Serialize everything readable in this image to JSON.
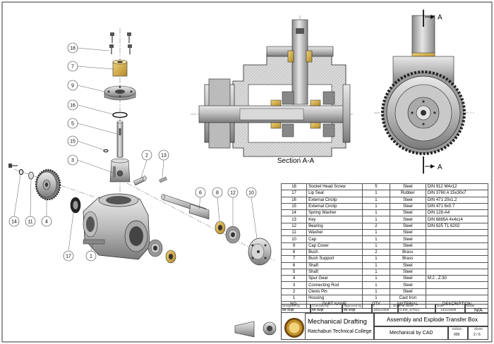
{
  "section_label": "Section A-A",
  "cut_labels": [
    "A",
    "A"
  ],
  "balloons": [
    "18",
    "7",
    "9",
    "16",
    "5",
    "15",
    "3",
    "2",
    "13",
    "6",
    "8",
    "12",
    "10",
    "14",
    "11",
    "4",
    "17",
    "1"
  ],
  "bom": {
    "headers": [
      "NO.",
      "PART NAME",
      "QTY",
      "MATERIAL",
      "DESCRIPTION"
    ],
    "rows": [
      [
        "18",
        "Socket Head Screw",
        "5",
        "Steel",
        "DIN 912 M4x12"
      ],
      [
        "17",
        "Lip Seal",
        "1",
        "Rubber",
        "DIN 3760 A 15x30x7"
      ],
      [
        "16",
        "External Circlip",
        "1",
        "Steel",
        "DIN 471 20x1.2"
      ],
      [
        "15",
        "External Circlip",
        "1",
        "Steel",
        "DIN 471 6x0.7"
      ],
      [
        "14",
        "Spring Washer",
        "1",
        "Steel",
        "DIN 128-A4"
      ],
      [
        "13",
        "Key",
        "1",
        "Steel",
        "DIN 6885A 4x4x14"
      ],
      [
        "12",
        "Bearing",
        "2",
        "Steel",
        "DIN 625 T1 6202"
      ],
      [
        "11",
        "Washer",
        "1",
        "Steel",
        ""
      ],
      [
        "10",
        "Cap",
        "1",
        "Steel",
        ""
      ],
      [
        "9",
        "Cap Cover",
        "1",
        "Steel",
        ""
      ],
      [
        "8",
        "Bush",
        "2",
        "Brass",
        ""
      ],
      [
        "7",
        "Bush Support",
        "1",
        "Brass",
        ""
      ],
      [
        "6",
        "Shaft",
        "1",
        "Steel",
        ""
      ],
      [
        "5",
        "Shaft",
        "1",
        "Steel",
        ""
      ],
      [
        "4",
        "Spur Gear",
        "1",
        "Steel",
        "M:2 ,  Z:30"
      ],
      [
        "3",
        "Connecting Rod",
        "1",
        "Steel",
        ""
      ],
      [
        "2",
        "Clevis Pin",
        "1",
        "Steel",
        ""
      ],
      [
        "1",
        "Housing",
        "1",
        "Cast Iron",
        ""
      ]
    ]
  },
  "title_block": {
    "designed_by_label": "Designed by",
    "designed_by": "Mr.Wijit",
    "checked_by_label": "Checked by",
    "checked_by": "Mr.Wijit",
    "approved_by_label": "Approved by",
    "approved_by": "Mr.Wijit",
    "date1_label": "Date",
    "date1": "18/11/2009",
    "filename_label": "File name",
    "filename": "G.EM_2(7014",
    "date2_label": "Date",
    "date2": "13/11/2009",
    "scale_label": "Scale",
    "scale": "N/A",
    "school_title": "Mechanical Drafting",
    "school_subtitle": "Ratchaburi Technical College",
    "drawing_title": "Assembly and Explode Transfer Box",
    "drawing_subtitle": "Mechanical by CAD",
    "edition_label": "Edition",
    "edition": "005",
    "sheet_label": "Sheet",
    "sheet": "2 / 6"
  }
}
